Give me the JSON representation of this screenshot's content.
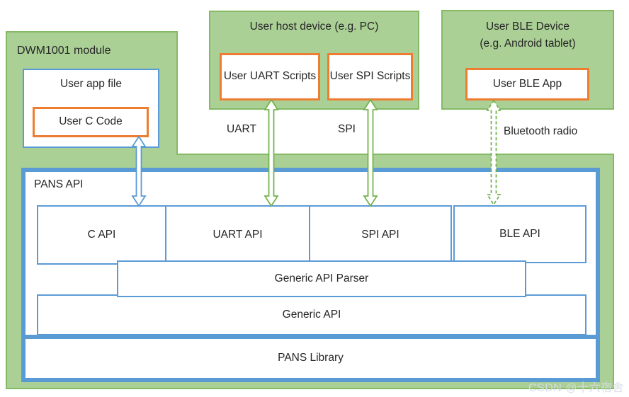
{
  "colors": {
    "green_fill": "#ABD096",
    "green_border": "#84B966",
    "arrow_green": "#74B34F",
    "blue": "#5B9BD5",
    "orange": "#ED7D31",
    "text": "#262626",
    "watermark": "#D7DDE2"
  },
  "dwm": {
    "title": "DWM1001 module",
    "user_app_file": "User app file",
    "user_c_code": "User C Code"
  },
  "host": {
    "title": "User host device (e.g. PC)",
    "uart_scripts": "User UART Scripts",
    "spi_scripts": "User SPI Scripts"
  },
  "ble": {
    "title_line1": "User BLE Device",
    "title_line2": "(e.g. Android tablet)",
    "app": "User BLE App"
  },
  "links": {
    "uart": "UART",
    "spi": "SPI",
    "bluetooth": "Bluetooth radio"
  },
  "pans": {
    "title": "PANS API",
    "c_api": "C API",
    "uart_api": "UART API",
    "spi_api": "SPI API",
    "ble_api": "BLE API",
    "parser": "Generic API Parser",
    "generic_api": "Generic API",
    "library": "PANS Library"
  },
  "watermark": {
    "text": "CSDN @十六宿舍"
  }
}
